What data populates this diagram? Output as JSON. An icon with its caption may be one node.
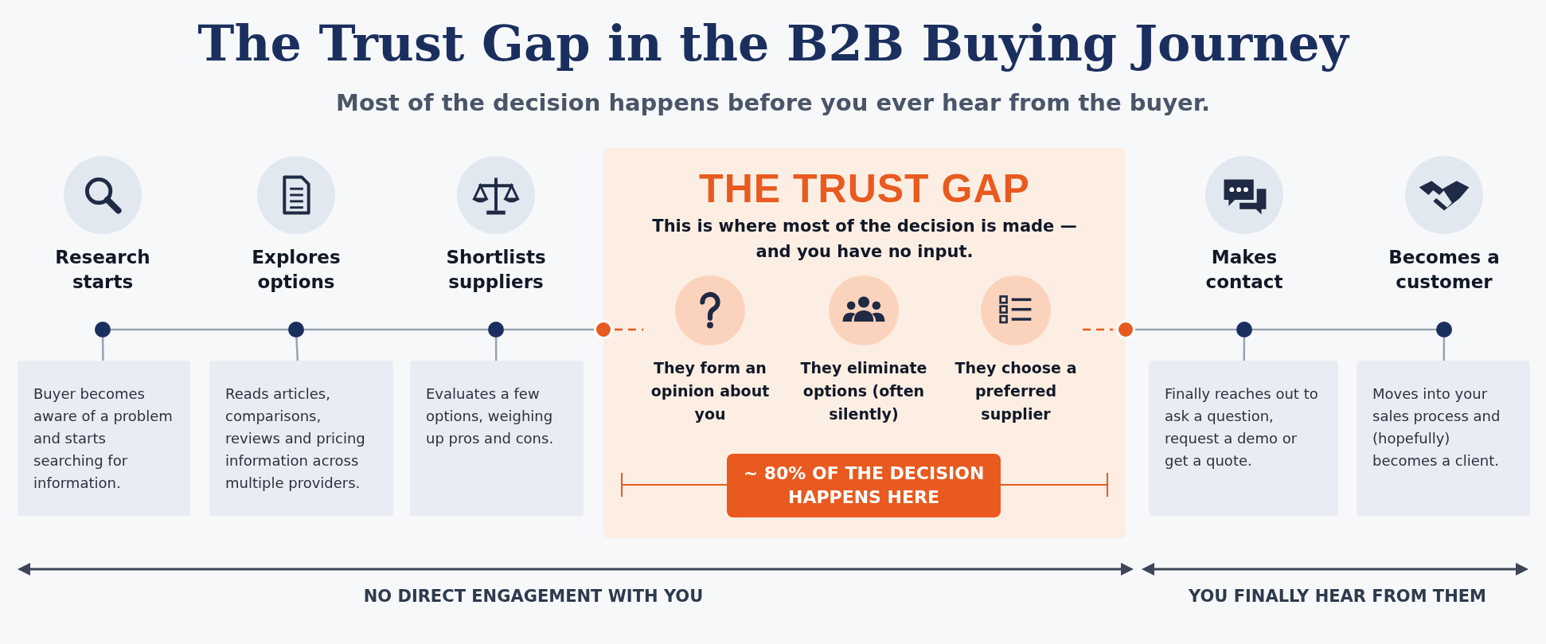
{
  "diagram": {
    "title": "The Trust Gap in the B2B Buying Journey",
    "nodes": [
      {
        "text": [
          "Research starts"
        ]
      },
      {
        "text": [],
        "shape": "circle"
      },
      {
        "text": [
          "Buyer becomes aware of a problem and starts searching for information."
        ]
      },
      {
        "text": [
          "Explores options"
        ]
      },
      {
        "text": [],
        "shape": "circle"
      },
      {
        "text": [
          "Reads articles, comparisons, reviews and pricing information across multiple providers."
        ]
      },
      {
        "text": [
          "Shortlists suppliers"
        ]
      },
      {
        "text": [],
        "shape": "circle"
      },
      {
        "text": [
          "Evaluates a few options, weighing up pros and cons."
        ]
      },
      {
        "text": [
          "THE TRUST GAP",
          "This is where most of the decision is made — and you have no input."
        ]
      },
      {
        "text": [],
        "shape": "circle"
      },
      {
        "text": [
          "They form an opinion about you"
        ],
        "in": 9
      },
      {
        "text": [
          "They eliminate options (often silently)"
        ],
        "in": 9
      },
      {
        "text": [
          "They choose a preferred supplier"
        ],
        "in": 9
      },
      {
        "text": [
          "~ 80% OF THE DECISION HAPPENS HERE"
        ],
        "in": 9
      },
      {
        "text": [],
        "shape": "circle"
      },
      {
        "text": [
          "Makes contact"
        ]
      },
      {
        "text": [],
        "shape": "circle"
      },
      {
        "text": [
          "Finally reaches out to ask a question, request a demo or get a quote."
        ]
      },
      {
        "text": [
          "Becomes a customer"
        ]
      },
      {
        "text": [],
        "shape": "circle"
      },
      {
        "text": [
          "Moves into your sales process and (hopefully) becomes a client."
        ]
      }
    ],
    "edges": [
      {
        "from": 1,
        "to": 2,
        "arrow": "none"
      },
      {
        "from": 1,
        "to": 4,
        "arrow": "none"
      },
      {
        "from": 4,
        "to": 5,
        "arrow": "none"
      },
      {
        "from": 4,
        "to": 7,
        "arrow": "none"
      },
      {
        "from": 7,
        "to": 8,
        "arrow": "none"
      },
      {
        "from": 7,
        "to": 10,
        "arrow": "none"
      },
      {
        "from": 15,
        "to": 17,
        "arrow": "none"
      },
      {
        "from": 17,
        "to": 18,
        "arrow": "none"
      },
      {
        "from": 17,
        "to": 20,
        "arrow": "none"
      },
      {
        "from": 20,
        "to": 21,
        "arrow": "none"
      }
    ],
    "labels": [
      "Most of the decision happens before you ever hear from the buyer.",
      "NO DIRECT ENGAGEMENT WITH YOU",
      "YOU FINALLY HEAR FROM THEM"
    ]
  }
}
